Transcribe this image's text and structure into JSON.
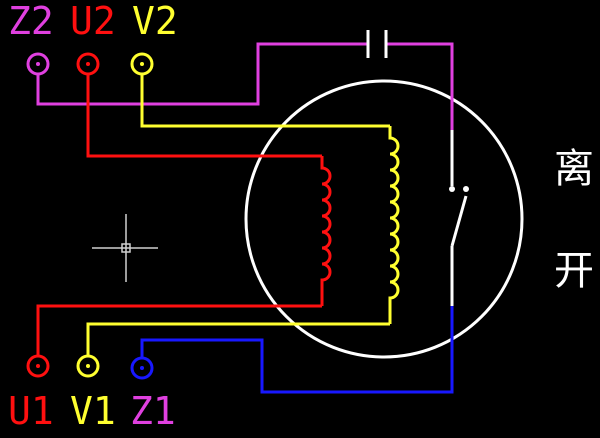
{
  "colors": {
    "background": "#000000",
    "magenta": "#e040e0",
    "red": "#ff1010",
    "yellow": "#ffff30",
    "blue": "#1818ff",
    "white": "#ffffff",
    "crosshair": "#d0d0d0"
  },
  "terminals": {
    "top": [
      "Z2",
      "U2",
      "V2"
    ],
    "bottom": [
      "U1",
      "V1",
      "Z1"
    ]
  },
  "side_text": [
    "离",
    "开"
  ],
  "icons": [
    "crosshair-cursor-icon"
  ]
}
